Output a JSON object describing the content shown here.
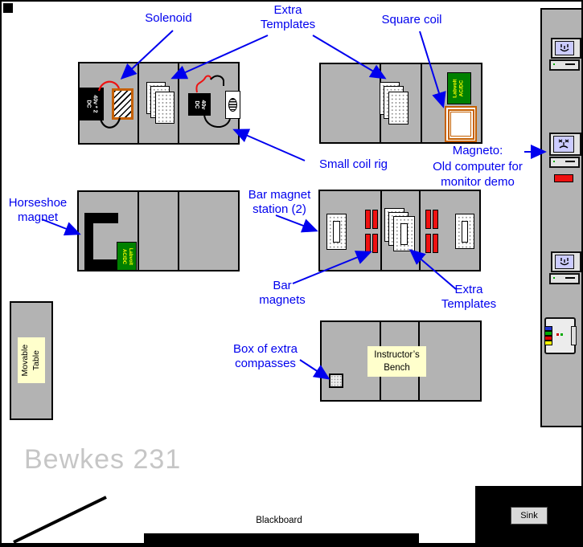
{
  "room": {
    "title": "Bewkes 231",
    "blackboard": "Blackboard",
    "sink": "Sink"
  },
  "annotations": {
    "solenoid": "Solenoid",
    "extra_templates_top": "Extra\nTemplates",
    "square_coil": "Square coil",
    "magneto": "Magneto:\nOld computer for\nmonitor demo",
    "small_coil_rig": "Small coil rig",
    "horseshoe_magnet": "Horseshoe\nmagnet",
    "bar_magnet_station": "Bar magnet\nstation (2)",
    "bar_magnets": "Bar\nmagnets",
    "extra_templates_bottom": "Extra\nTemplates",
    "box_of_compasses": "Box of extra\ncompasses"
  },
  "furniture": {
    "movable_table": "Movable\nTable",
    "instructor_bench": "Instructor’s\nBench"
  },
  "equipment": {
    "power_supply_double": "40v * 2\nDC",
    "power_supply_single": "40v\nDC",
    "labvolt_top": "Labvolt\nAC/DC",
    "labvolt_horseshoe": "Labvolt\nAC/DC"
  },
  "icons": {
    "computer_top": "happy-mac-icon",
    "computer_magneto": "dead-mac-icon",
    "computer_lower": "happy-mac-icon",
    "printer": "printer-icon"
  },
  "colors": {
    "annotation_blue": "#0000ee",
    "table_gray": "#b3b3b3",
    "labvolt_green": "#008000",
    "labvolt_text_yellow": "#ffff00",
    "coil_orange": "#c66000",
    "magnet_red": "#ee1111",
    "note_yellow": "#ffffcc",
    "wall_black": "#000000"
  }
}
